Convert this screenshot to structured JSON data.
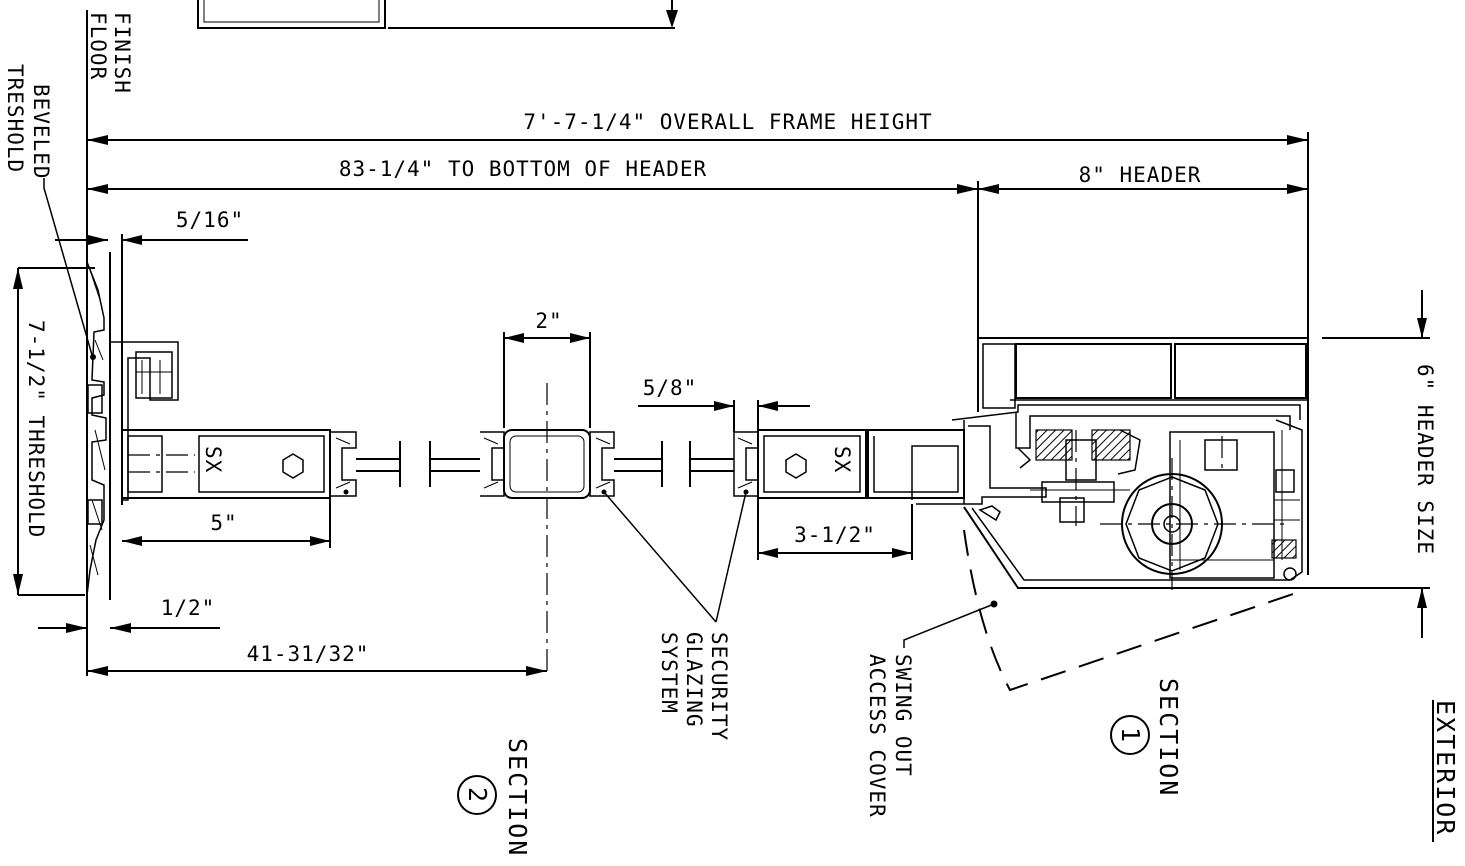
{
  "labels": {
    "finish_floor_1": "FINISH",
    "finish_floor_2": "FLOOR",
    "beveled_1": "BEVELED",
    "beveled_2": "TRESHOLD",
    "overall_height": "7'-7-1/4\" OVERALL FRAME HEIGHT",
    "bottom_header": "83-1/4\" TO BOTTOM OF HEADER",
    "header": "8\" HEADER",
    "dim_5_16": "5/16\"",
    "threshold": "7-1/2\" THRESHOLD",
    "dim_2": "2\"",
    "dim_5_8": "5/8\"",
    "header_size": "6\" HEADER SIZE",
    "dim_5": "5\"",
    "dim_3_1_2": "3-1/2\"",
    "dim_1_2": "1/2\"",
    "dim_41": "41-31/32\"",
    "sx_left": "SX",
    "sx_right": "SX",
    "security_1": "SECURITY",
    "security_2": "GLAZING",
    "security_3": "SYSTEM",
    "swing_1": "SWING OUT",
    "swing_2": "ACCESS COVER",
    "section1_word": "SECTION",
    "section1_num": "1",
    "section2_word": "SECTION",
    "section2_num": "2",
    "exterior": "EXTERIOR"
  }
}
